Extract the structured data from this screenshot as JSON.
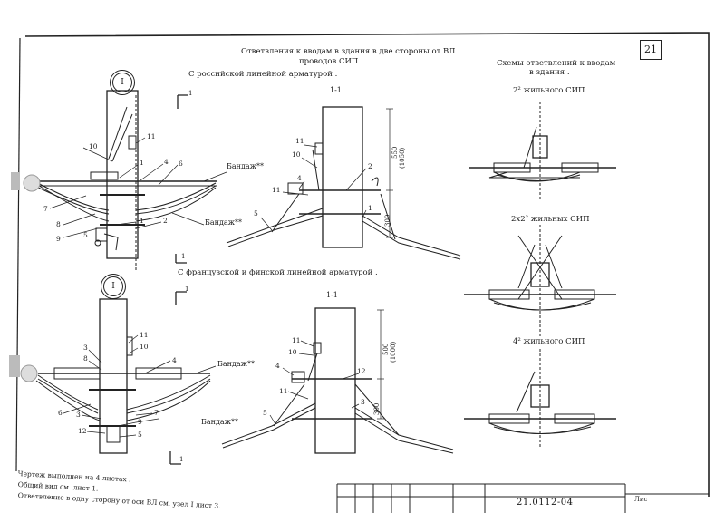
{
  "header": {
    "title_line1": "Ответвления к вводам в здания в две стороны от ВЛ",
    "title_line2": "проводов СИП .",
    "sheet_number": "21",
    "doc_code": "21.0112-04",
    "corner_label": "Лис"
  },
  "section_a": {
    "title": "С российской линейной арматурой ."
  },
  "section_b": {
    "title": "С французской и финской линейной арматурой ."
  },
  "schemes": {
    "title_line1": "Схемы ответвлений к вводам",
    "title_line2": "в здания .",
    "label_1": "2² жильного СИП",
    "label_2": "2х2² жильных СИП",
    "label_3": "4² жильного СИП"
  },
  "markers": {
    "node_I": "I",
    "section": "1-1",
    "cut": "1"
  },
  "labels": {
    "bandazh": "Бандаж**",
    "dim_550": "550",
    "dim_1050": "(1050)",
    "dim_500": "500",
    "dim_1000": "(1000)",
    "dim_300": "300"
  },
  "leaders": {
    "n1": "1",
    "n2": "2",
    "n3": "3",
    "n4": "4",
    "n5": "5",
    "n6": "6",
    "n7": "7",
    "n8": "8",
    "n9": "9",
    "n10": "10",
    "n11": "11",
    "n12": "12"
  },
  "notes": {
    "line1": "Чертеж выполнен на 4 листах .",
    "line2": "Общий вид см. лист 1.",
    "line3": "Ответвление в одну сторону от оси ВЛ см. узел I лист 3."
  }
}
